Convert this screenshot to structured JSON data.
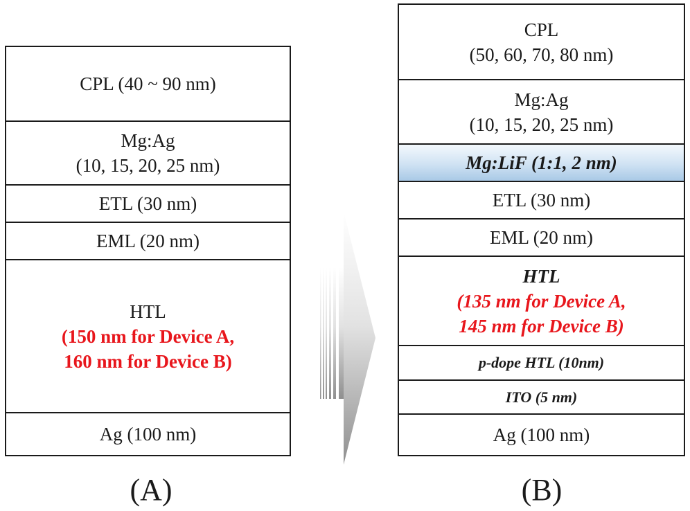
{
  "stack_a": {
    "layers": {
      "cpl": "CPL (40 ~ 90 nm)",
      "mgag_1": "Mg:Ag",
      "mgag_2": "(10, 15, 20, 25 nm)",
      "etl": "ETL (30 nm)",
      "eml": "EML (20 nm)",
      "htl": "HTL",
      "htl_red_1": "(150 nm for Device A,",
      "htl_red_2": "160 nm for Device B)",
      "ag": "Ag (100 nm)"
    },
    "label": "(A)"
  },
  "stack_b": {
    "layers": {
      "cpl_1": "CPL",
      "cpl_2": "(50, 60, 70, 80 nm)",
      "mgag_1": "Mg:Ag",
      "mgag_2": "(10, 15, 20, 25 nm)",
      "mglif": "Mg:LiF (1:1, 2 nm)",
      "etl": "ETL (30 nm)",
      "eml": "EML (20 nm)",
      "htl": "HTL",
      "htl_red_1": "(135 nm for Device A,",
      "htl_red_2": "145 nm for Device B)",
      "pdope": "p-dope HTL (10nm)",
      "ito": "ITO (5 nm)",
      "ag": "Ag (100 nm)"
    },
    "label": "(B)"
  },
  "colors": {
    "highlight_red": "#e8161c",
    "lif_blue": "#a9c9e6",
    "border": "#1a1a1a",
    "arrow_gray": "#9a9a9a"
  }
}
